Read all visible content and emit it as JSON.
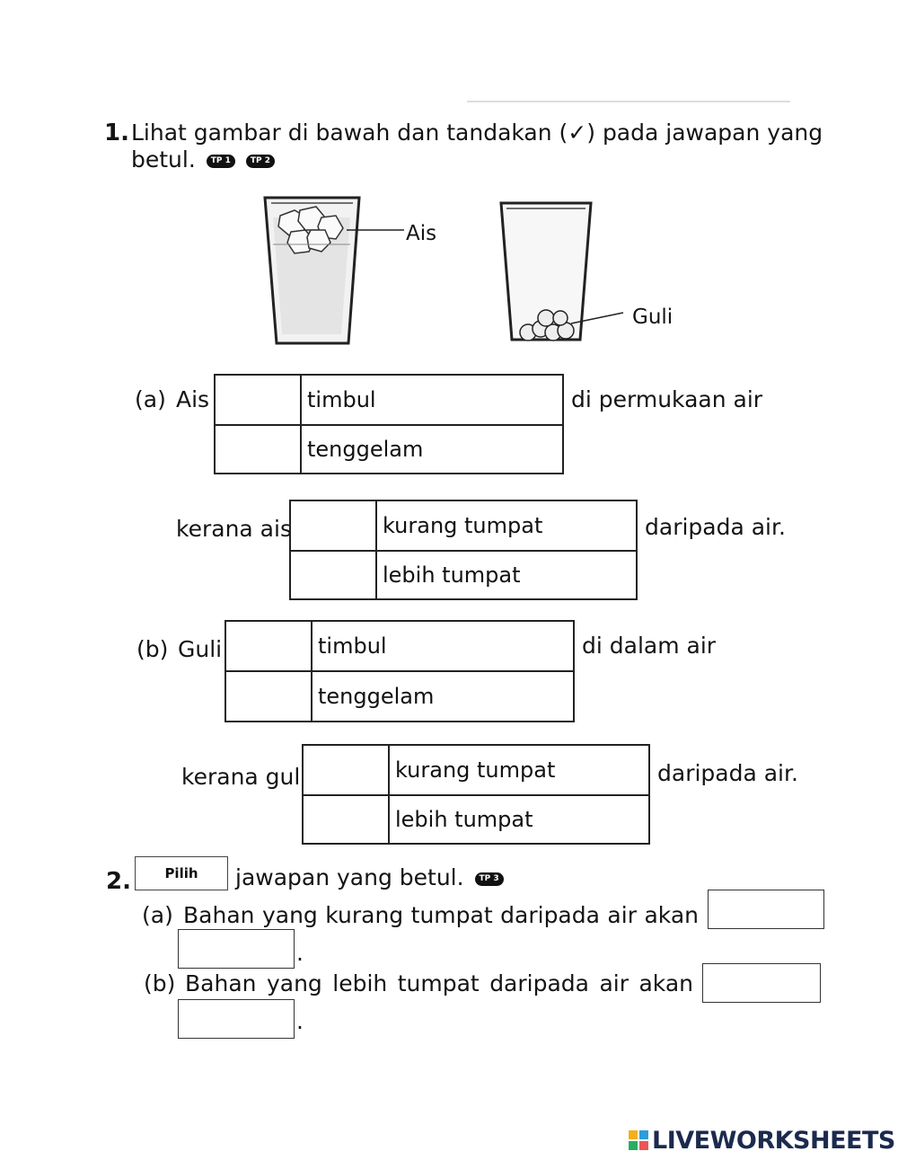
{
  "q1": {
    "number": "1.",
    "instruction_line1": "Lihat gambar di bawah dan tandakan (✓) pada jawapan yang",
    "instruction_line2": "betul.",
    "badges": [
      "TP 1",
      "TP 2"
    ],
    "glass_labels": {
      "ice": "Ais",
      "marble": "Guli"
    },
    "a": {
      "label": "(a)",
      "subject": "Ais",
      "options": [
        "timbul",
        "tenggelam"
      ],
      "suffix": "di permukaan air",
      "because_prefix": "kerana ais",
      "because_options": [
        "kurang tumpat",
        "lebih tumpat"
      ],
      "because_suffix": "daripada air."
    },
    "b": {
      "label": "(b)",
      "subject": "Guli",
      "options": [
        "timbul",
        "tenggelam"
      ],
      "suffix": "di dalam air",
      "because_prefix": "kerana guli",
      "because_options": [
        "kurang tumpat",
        "lebih tumpat"
      ],
      "because_suffix": "daripada air."
    }
  },
  "q2": {
    "number": "2.",
    "dropdown_label": "Pilih",
    "instruction": "jawapan yang betul.",
    "badge": "TP 3",
    "a": {
      "label": "(a)",
      "text": "Bahan yang kurang tumpat daripada air akan"
    },
    "b": {
      "label": "(b)",
      "text": "Bahan yang lebih tumpat daripada air akan"
    },
    "period": "."
  },
  "branding": {
    "logo": "LIVEWORKSHEETS"
  }
}
